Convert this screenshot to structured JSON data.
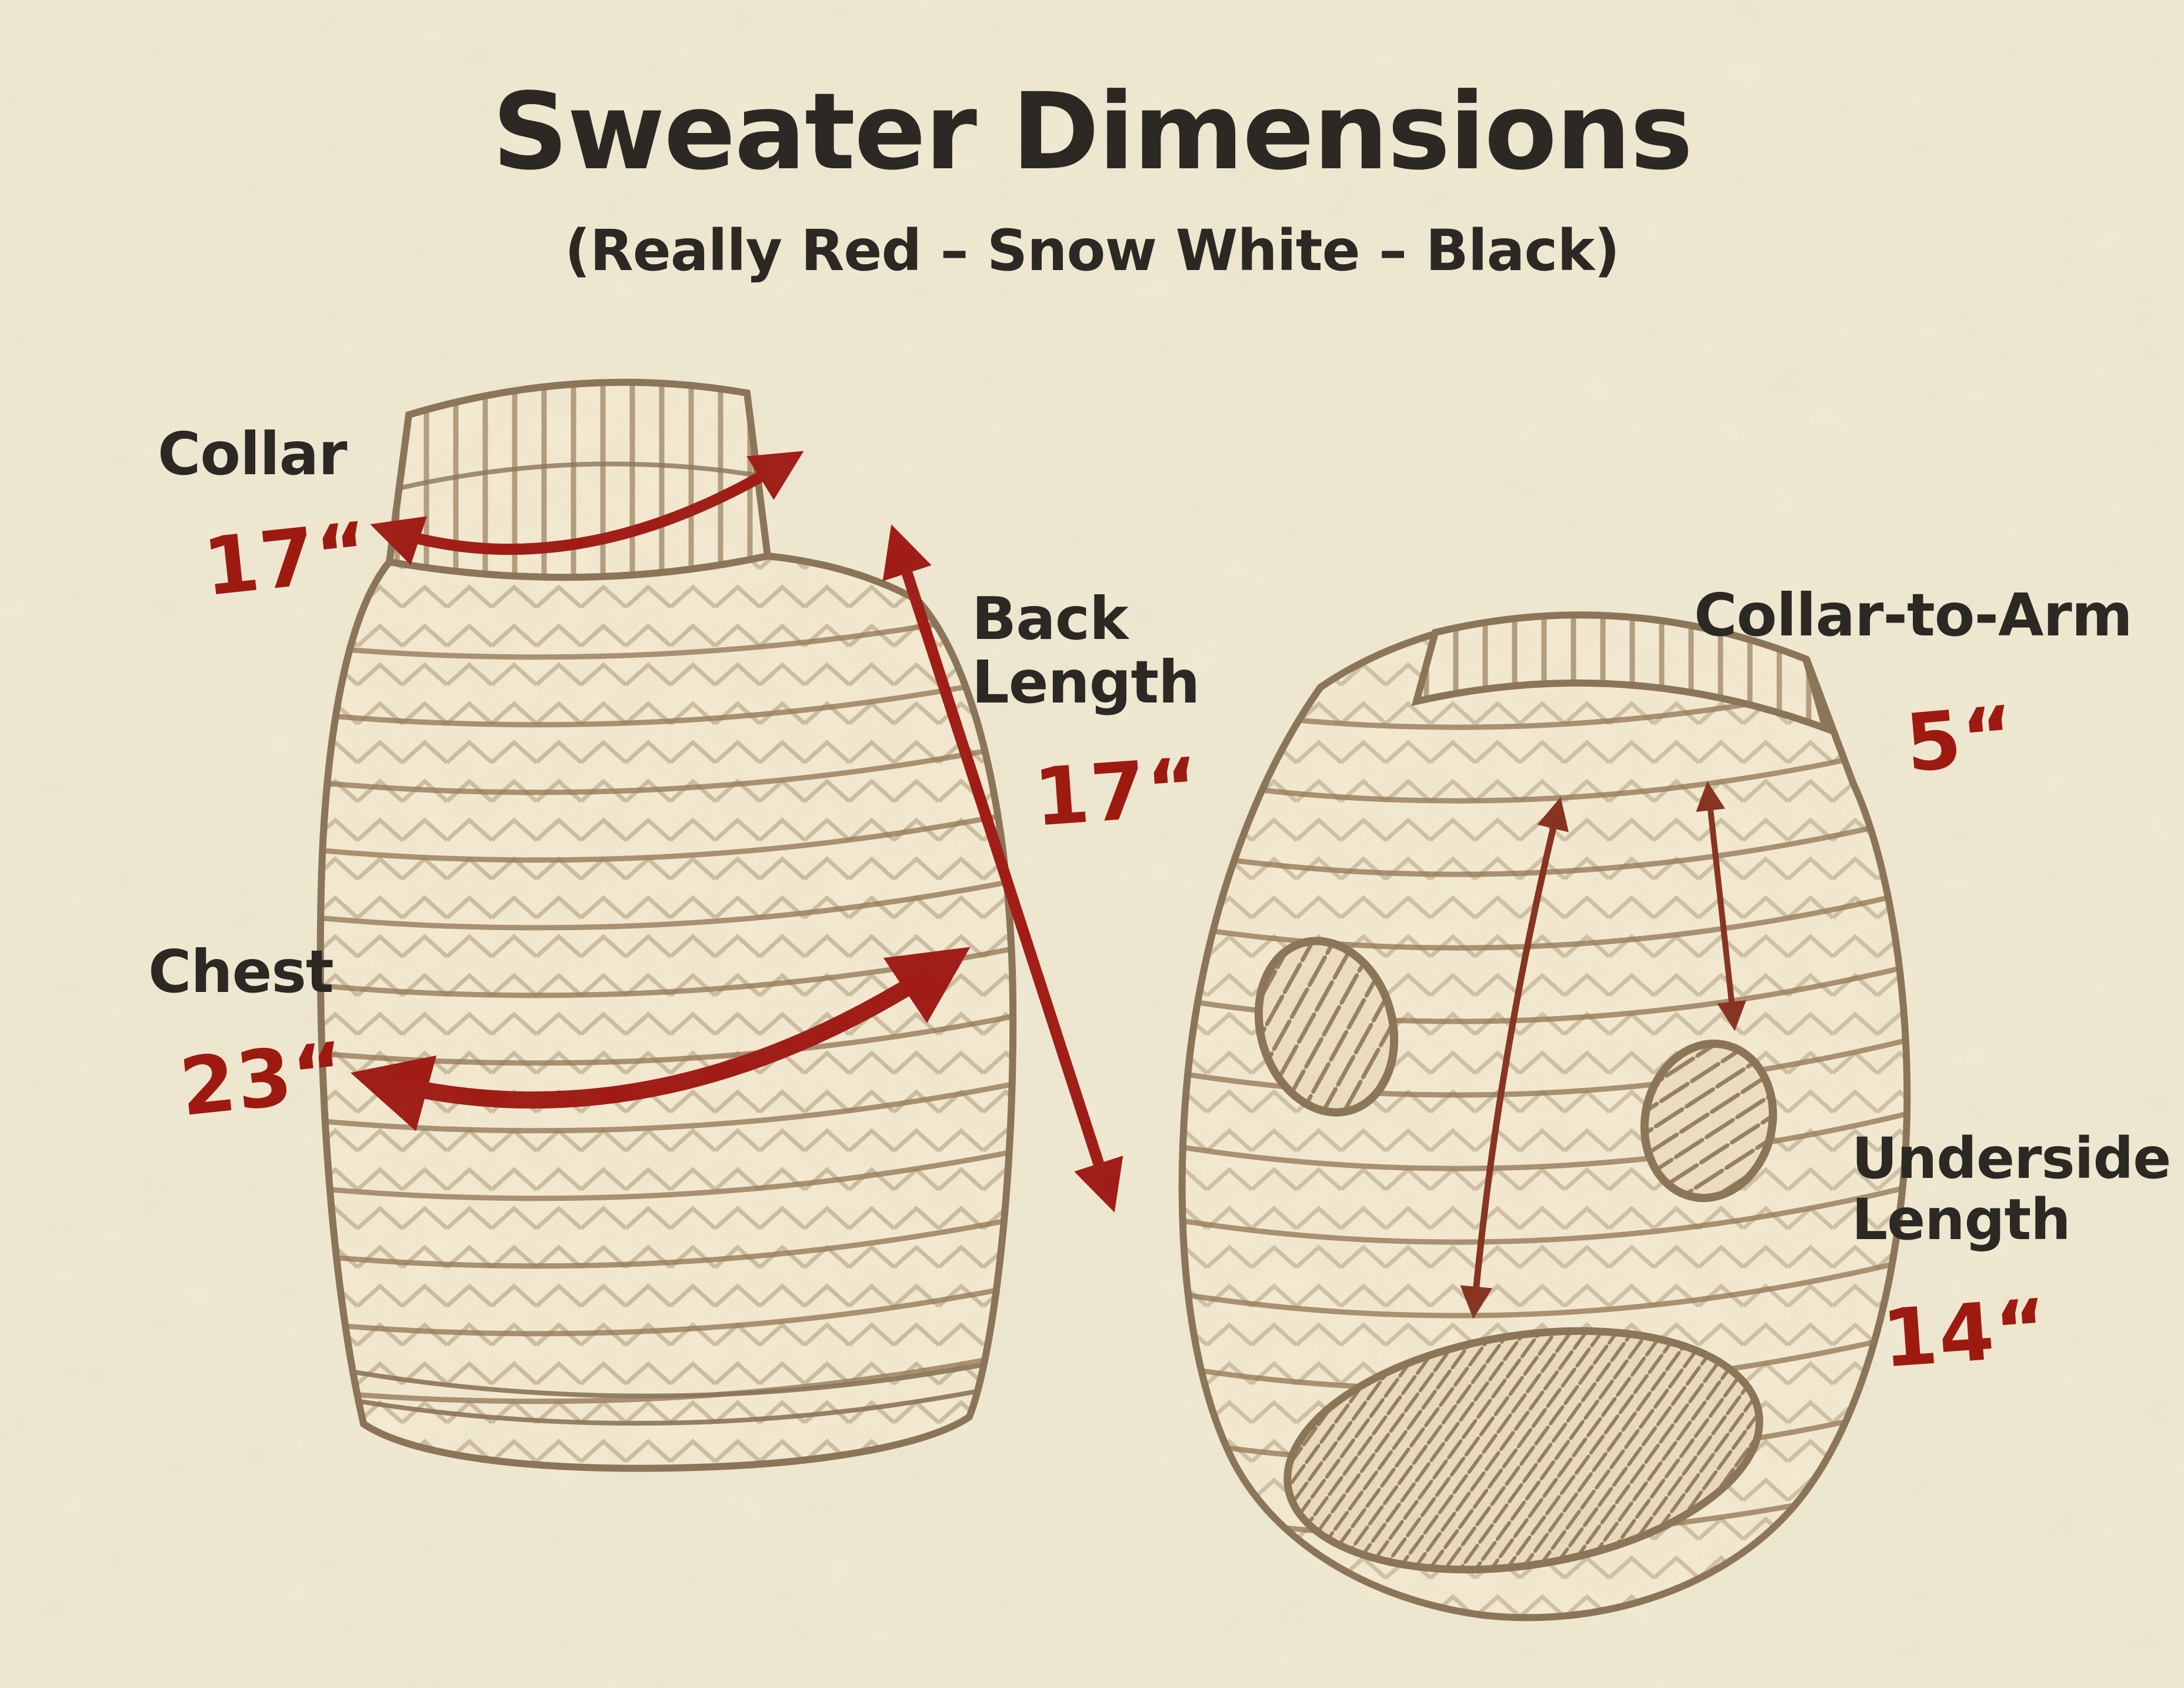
{
  "title": "Sweater Dimensions",
  "subtitle": "(Really Red – Snow White – Black)",
  "colors": {
    "background": "#f1ead3",
    "text_black": "#2c2823",
    "accent_red": "#9e1a10",
    "sketch_brown": "#8a7356"
  },
  "measurements": {
    "collar": {
      "label": "Collar",
      "value": "17“"
    },
    "chest": {
      "label": "Chest",
      "value": "23“"
    },
    "back_length": {
      "label": "Back Length",
      "value": "17“"
    },
    "collar_to_arm": {
      "label": "Collar-to-Arm",
      "value": "5“"
    },
    "underside_length": {
      "label": "Underside Length",
      "value": "14“"
    }
  }
}
